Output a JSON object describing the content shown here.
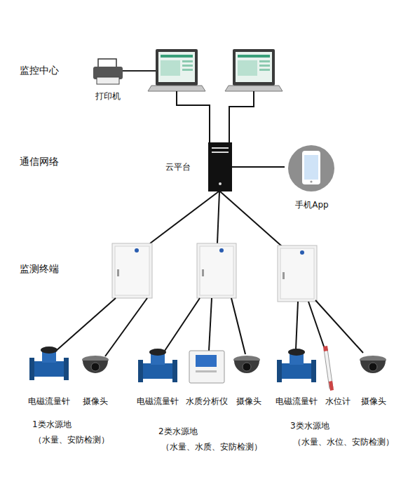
{
  "diagram": {
    "nodes": [
      {
        "text": [
          "打印机"
        ]
      },
      {
        "text": [
          "云平台"
        ]
      },
      {
        "text": [
          "手机App"
        ]
      },
      {
        "text": [
          "电磁流量针"
        ]
      },
      {
        "text": [
          "摄像头"
        ]
      },
      {
        "text": [
          "电磁流量针"
        ]
      },
      {
        "text": [
          "水质分析仪"
        ]
      },
      {
        "text": [
          "摄像头"
        ]
      },
      {
        "text": [
          "电磁流量针"
        ]
      },
      {
        "text": [
          "水位计"
        ]
      },
      {
        "text": [
          "摄像头"
        ]
      }
    ],
    "edges": [
      {
        "from": 1,
        "to": 2,
        "arrow": "none"
      }
    ],
    "labels": [
      "监控中心",
      "通信网络",
      "监测终端",
      "1类水源地",
      "（水量、安防检测）",
      "2类水源地",
      "（水量、水质、安防检测）",
      "3类水源地",
      "（水量、水位、安防检测）"
    ]
  }
}
